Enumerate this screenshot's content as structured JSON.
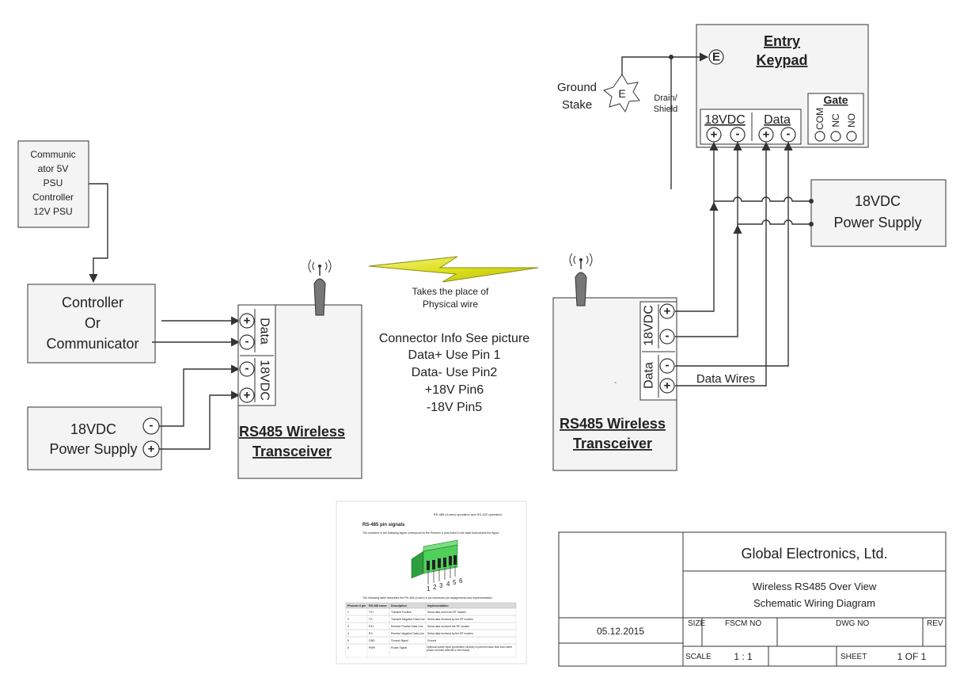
{
  "psu_small": {
    "lines": [
      "Communic",
      "ator 5V",
      "PSU",
      "Controller",
      "12V PSU"
    ]
  },
  "controller": {
    "lines": [
      "Controller",
      "Or",
      "Communicator"
    ]
  },
  "psu_left": {
    "lines": [
      "18VDC",
      "Power Supply"
    ]
  },
  "left_transceiver": {
    "lines": [
      "RS485 Wireless",
      "Transceiver"
    ],
    "data_label": "Data",
    "power_label": "18VDC"
  },
  "right_transceiver": {
    "lines": [
      "RS485 Wireless",
      "Transceiver"
    ],
    "power_label": "18VDC",
    "data_label": "Data",
    "mark": "`"
  },
  "wireless": {
    "lines": [
      "Takes the place of",
      "Physical wire"
    ]
  },
  "connector_info": {
    "lines": [
      "Connector Info See picture",
      "Data+ Use Pin 1",
      "Data- Use Pin2",
      "+18V Pin6",
      "-18V Pin5"
    ]
  },
  "keypad": {
    "title_lines": [
      "Entry",
      "Keypad"
    ],
    "power_label": "18VDC",
    "data_label": "Data",
    "gate_label": "Gate",
    "gate_terms": [
      "COM",
      "NC",
      "NO"
    ],
    "ground_terminal": "E"
  },
  "ground": {
    "lines": [
      "Ground",
      "Stake"
    ],
    "symbol": "E"
  },
  "drain": {
    "lines": [
      "Drain/",
      "Shield"
    ]
  },
  "psu_right": {
    "lines": [
      "18VDC",
      "Power Supply"
    ]
  },
  "data_wires_label": "Data Wires",
  "terminals": {
    "plus": "+",
    "minus": "-"
  },
  "doc_image": {
    "header": "RS-485 (4-wire) operation and RS-422 operation",
    "title": "RS-485 pin signals",
    "intro": "The numbers in the following figure correspond to the Phoenix 6 pins listed in the table that follows the figure.",
    "pins": [
      "1",
      "2",
      "3",
      "4",
      "5",
      "6"
    ],
    "caption": "The following table describes the RS-485 (4-wire) 6 pin connector pin assignments and implementation.",
    "table_headers": [
      "Phoenix 6 pin",
      "RS-485 name",
      "Description",
      "Implementation"
    ],
    "table_rows": [
      [
        "1",
        "TX+",
        "Transmit Positive",
        "Serial data sent from RF modem"
      ],
      [
        "2",
        "TX-",
        "Transmit Negative Data Line",
        "Serial data received by the RF modem"
      ],
      [
        "3",
        "RX+",
        "Receive Positive Data Line",
        "Serial data received the RF modem"
      ],
      [
        "4",
        "RX-",
        "Receive Negative Data Line",
        "Serial data received by the RF modem"
      ],
      [
        "5",
        "GND",
        "Ground Signal",
        "Ground"
      ],
      [
        "6",
        "PWR",
        "Power Signal",
        "Optional power input (protection circuitry to prevent back flow from other power sources internal to the board)"
      ]
    ]
  },
  "title_block": {
    "company": "Global Electronics, Ltd.",
    "title_lines": [
      "Wireless RS485 Over View",
      "Schematic Wiring Diagram"
    ],
    "date": "05.12.2015",
    "size_label": "SIZE",
    "fscm_label": "FSCM NO",
    "dwg_label": "DWG NO",
    "rev_label": "REV",
    "scale_label": "SCALE",
    "scale_value": "1 : 1",
    "sheet_label": "SHEET",
    "sheet_value": "1 OF 1"
  }
}
